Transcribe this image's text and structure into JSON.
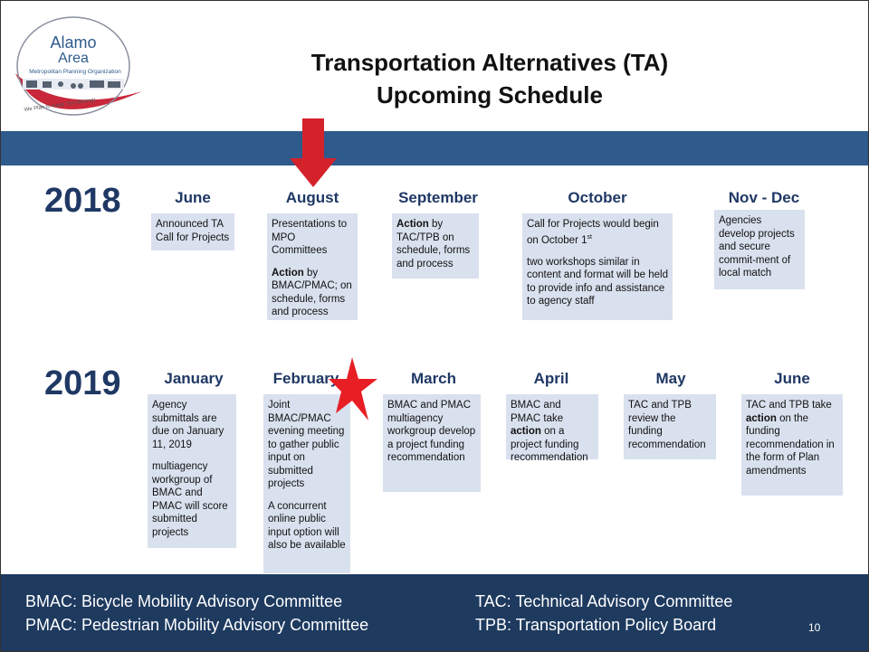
{
  "logo": {
    "line1": "Alamo",
    "line2": "Area",
    "org": "Metropolitan Planning Organization",
    "tagline": "We Plan to Keep You Moving!"
  },
  "title": {
    "line1": "Transportation Alternatives (TA)",
    "line2": "Upcoming Schedule"
  },
  "colors": {
    "bar": "#2e5a8c",
    "footer": "#1e3a5f",
    "box": "#d9e1ee",
    "heading": "#1f3864",
    "arrow": "#d4222b",
    "star": "#e81e25"
  },
  "icons": [
    "down-arrow-icon",
    "star-icon"
  ],
  "year2018": {
    "label": "2018",
    "columns": [
      {
        "month": "June",
        "paras": [
          "Announced TA Call for Projects"
        ]
      },
      {
        "month": "August",
        "paras": [
          "Presentations to MPO Committees",
          "Action by BMAC/PMAC; on schedule, forms and process"
        ]
      },
      {
        "month": "September",
        "paras": [
          "Action by TAC/TPB on schedule, forms and process"
        ]
      },
      {
        "month": "October",
        "paras": [
          "Call for Projects would begin on October 1st",
          "two workshops similar in content and format will be held to provide info and assistance to agency staff"
        ]
      },
      {
        "month": "Nov - Dec",
        "paras": [
          "Agencies develop projects and secure commit-ment of local match"
        ]
      }
    ]
  },
  "year2019": {
    "label": "2019",
    "columns": [
      {
        "month": "January",
        "paras": [
          "Agency submittals are due on January 11, 2019",
          "multiagency workgroup of BMAC and PMAC will score submitted projects"
        ]
      },
      {
        "month": "February",
        "paras": [
          "Joint BMAC/PMAC evening meeting to gather public input on submitted projects",
          "A concurrent online public input option will also be available"
        ]
      },
      {
        "month": "March",
        "paras": [
          "BMAC and PMAC multiagency workgroup develop a project funding recommendation"
        ]
      },
      {
        "month": "April",
        "paras": [
          "BMAC and PMAC take action on a project funding recommendation"
        ]
      },
      {
        "month": "May",
        "paras": [
          "TAC and TPB review the funding recommendation"
        ]
      },
      {
        "month": "June",
        "paras": [
          "TAC and TPB take action on the funding recommendation in the form of Plan amendments"
        ]
      }
    ]
  },
  "footer": {
    "bmac": "BMAC: Bicycle Mobility Advisory Committee",
    "pmac": "PMAC: Pedestrian Mobility Advisory Committee",
    "tac": "TAC: Technical Advisory Committee",
    "tpb": "TPB: Transportation Policy Board",
    "page": "10"
  }
}
